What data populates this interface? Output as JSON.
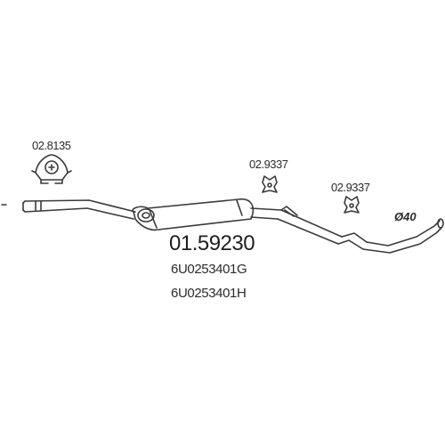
{
  "parts": {
    "clamp_ref_1": "02.8135",
    "hanger_ref_1": "02.9337",
    "hanger_ref_2": "02.9337",
    "diameter_label": "Ø40",
    "main_part_number": "01.59230",
    "oem_numbers": [
      "6U0253401G",
      "6U0253401H"
    ]
  },
  "colors": {
    "line": "#3a3a3a",
    "fill": "#ffffff",
    "text": "#2b2b2b"
  },
  "icons": {
    "clamp": "clamp-icon",
    "hanger": "rubber-hanger-icon",
    "muffler": "middle-silencer-icon"
  }
}
